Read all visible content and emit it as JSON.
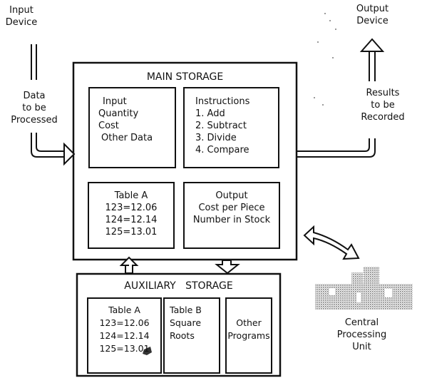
{
  "labels": {
    "input_device": [
      "Input",
      "Device"
    ],
    "output_device": [
      "Output",
      "Device"
    ],
    "data_to_be_processed": [
      "Data",
      "to be",
      "Processed"
    ],
    "results_to_be_recorded": [
      "Results",
      "to be",
      "Recorded"
    ],
    "central_processing_unit": [
      "Central",
      "Processing",
      "Unit"
    ]
  },
  "main_storage": {
    "title": "MAIN STORAGE",
    "input_box": [
      "Input",
      "Quantity",
      "Cost",
      "Other Data"
    ],
    "instructions_box": [
      "Instructions",
      "1. Add",
      "2. Subtract",
      "3. Divide",
      "4. Compare"
    ],
    "table_box": [
      "Table A",
      "123=12.06",
      "124=12.14",
      "125=13.01"
    ],
    "output_box": [
      "Output",
      "Cost per Piece",
      "Number in Stock"
    ]
  },
  "auxiliary_storage": {
    "title": "AUXILIARY   STORAGE",
    "table_a_box": [
      "Table A",
      "123=12.06",
      "124=12.14",
      "125=13.01"
    ],
    "table_b_box": [
      "Table B",
      "Square",
      "Roots"
    ],
    "other_box": [
      "Other",
      "Programs"
    ]
  },
  "colors": {
    "ink": "#111111",
    "halftone": "#8a8a8a",
    "background": "#ffffff"
  }
}
